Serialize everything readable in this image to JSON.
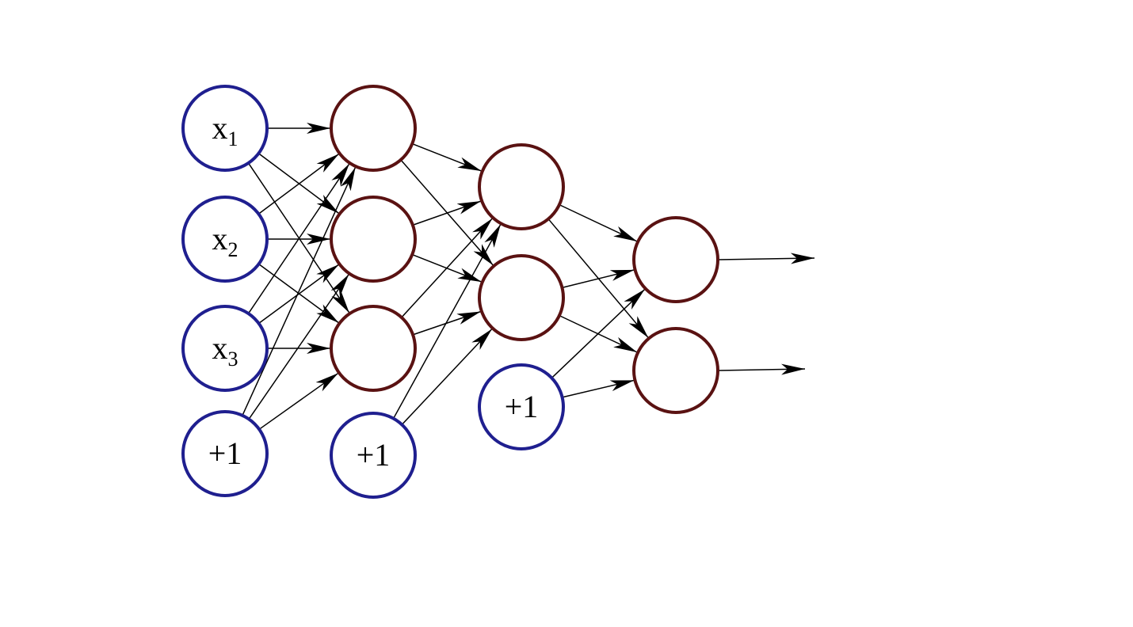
{
  "diagram": {
    "colors": {
      "input_node": "#1f1f8f",
      "hidden_node": "#5a1212",
      "edge": "#000000",
      "background": "#ffffff"
    },
    "layers": [
      {
        "nodes": [
          {
            "id": "x1",
            "label": "x",
            "subscript": "1",
            "kind": "input"
          },
          {
            "id": "x2",
            "label": "x",
            "subscript": "2",
            "kind": "input"
          },
          {
            "id": "x3",
            "label": "x",
            "subscript": "3",
            "kind": "input"
          },
          {
            "id": "b0",
            "label": "+1",
            "subscript": "",
            "kind": "input"
          }
        ]
      },
      {
        "nodes": [
          {
            "id": "h1_1",
            "label": "",
            "subscript": "",
            "kind": "hidden"
          },
          {
            "id": "h1_2",
            "label": "",
            "subscript": "",
            "kind": "hidden"
          },
          {
            "id": "h1_3",
            "label": "",
            "subscript": "",
            "kind": "hidden"
          },
          {
            "id": "b1",
            "label": "+1",
            "subscript": "",
            "kind": "input"
          }
        ]
      },
      {
        "nodes": [
          {
            "id": "h2_1",
            "label": "",
            "subscript": "",
            "kind": "hidden"
          },
          {
            "id": "h2_2",
            "label": "",
            "subscript": "",
            "kind": "hidden"
          },
          {
            "id": "b2",
            "label": "+1",
            "subscript": "",
            "kind": "input"
          }
        ]
      },
      {
        "nodes": [
          {
            "id": "o1",
            "label": "",
            "subscript": "",
            "kind": "hidden"
          },
          {
            "id": "o2",
            "label": "",
            "subscript": "",
            "kind": "hidden"
          }
        ]
      }
    ],
    "edges": [
      [
        "x1",
        "h1_1"
      ],
      [
        "x1",
        "h1_2"
      ],
      [
        "x1",
        "h1_3"
      ],
      [
        "x2",
        "h1_1"
      ],
      [
        "x2",
        "h1_2"
      ],
      [
        "x2",
        "h1_3"
      ],
      [
        "x3",
        "h1_1"
      ],
      [
        "x3",
        "h1_2"
      ],
      [
        "x3",
        "h1_3"
      ],
      [
        "b0",
        "h1_1"
      ],
      [
        "b0",
        "h1_2"
      ],
      [
        "b0",
        "h1_3"
      ],
      [
        "h1_1",
        "h2_1"
      ],
      [
        "h1_1",
        "h2_2"
      ],
      [
        "h1_2",
        "h2_1"
      ],
      [
        "h1_2",
        "h2_2"
      ],
      [
        "h1_3",
        "h2_1"
      ],
      [
        "h1_3",
        "h2_2"
      ],
      [
        "b1",
        "h2_1"
      ],
      [
        "b1",
        "h2_2"
      ],
      [
        "h2_1",
        "o1"
      ],
      [
        "h2_1",
        "o2"
      ],
      [
        "h2_2",
        "o1"
      ],
      [
        "h2_2",
        "o2"
      ],
      [
        "b2",
        "o1"
      ],
      [
        "b2",
        "o2"
      ]
    ],
    "outputs": [
      "o1",
      "o2"
    ]
  }
}
